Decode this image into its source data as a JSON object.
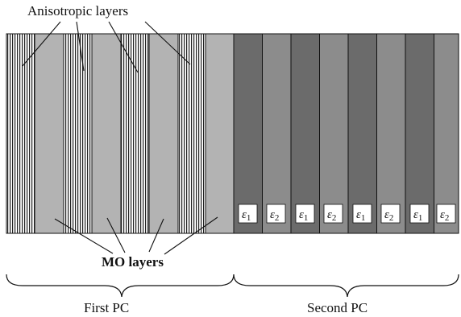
{
  "labels": {
    "anisotropic": "Anisotropic layers",
    "mo": "MO layers",
    "first_pc": "First PC",
    "second_pc": "Second PC"
  },
  "epsilon_tags": [
    {
      "symbol": "ε",
      "sub": "1"
    },
    {
      "symbol": "ε",
      "sub": "2"
    },
    {
      "symbol": "ε",
      "sub": "1"
    },
    {
      "symbol": "ε",
      "sub": "2"
    },
    {
      "symbol": "ε",
      "sub": "1"
    },
    {
      "symbol": "ε",
      "sub": "2"
    },
    {
      "symbol": "ε",
      "sub": "1"
    },
    {
      "symbol": "ε",
      "sub": "2"
    }
  ],
  "colors": {
    "mo_layer": "#b3b3b3",
    "stripe_line": "#222222",
    "epsilon1_layer": "#6b6b6b",
    "epsilon2_layer": "#8c8c8c",
    "outline": "#111111",
    "tag_background": "#ffffff"
  }
}
